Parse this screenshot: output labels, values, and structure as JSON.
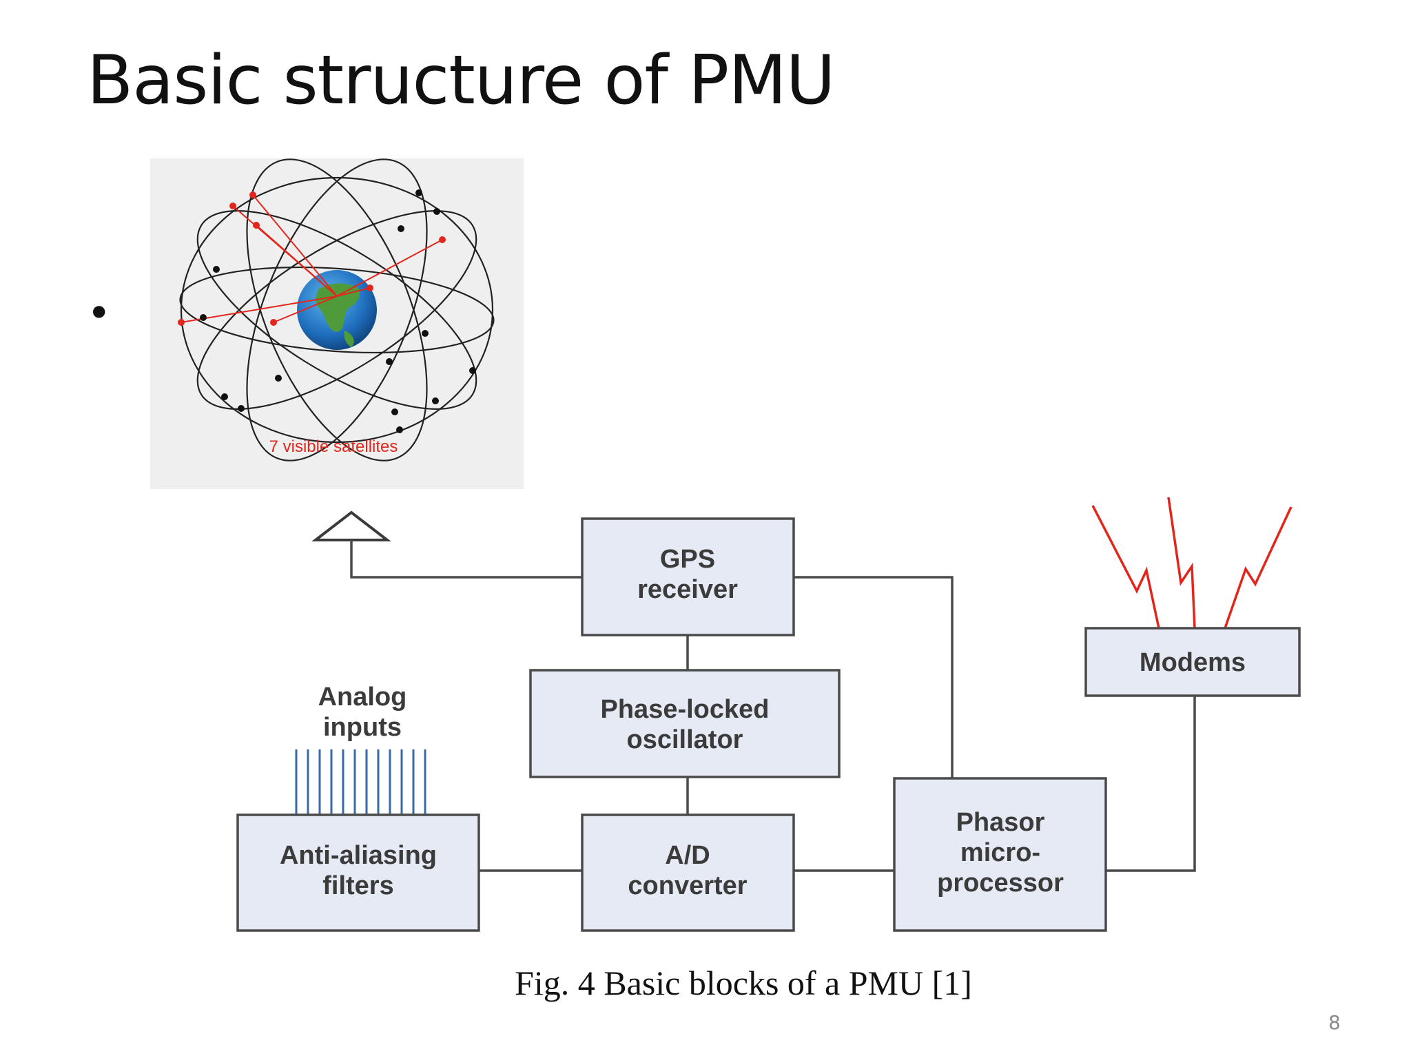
{
  "slide": {
    "title": "Basic structure of PMU",
    "bullet": "•",
    "caption": "Fig. 4 Basic blocks of a PMU [1]",
    "page_number": "8"
  },
  "satellite_image": {
    "label": "7 visible satellites"
  },
  "blocks": {
    "gps_receiver": [
      "GPS",
      "receiver"
    ],
    "phase_locked_oscillator": [
      "Phase-locked",
      "oscillator"
    ],
    "analog_inputs": [
      "Analog",
      "inputs"
    ],
    "anti_aliasing_filters": [
      "Anti-aliasing",
      "filters"
    ],
    "ad_converter": [
      "A/D",
      "converter"
    ],
    "phasor_microprocessor": [
      "Phasor",
      "micro-",
      "processor"
    ],
    "modems": [
      "Modems"
    ]
  },
  "colors": {
    "block_fill": "#e5eaf5",
    "block_stroke": "#4a4a4a",
    "signal_red": "#e3261b",
    "input_lines": "#3a6aa8"
  }
}
